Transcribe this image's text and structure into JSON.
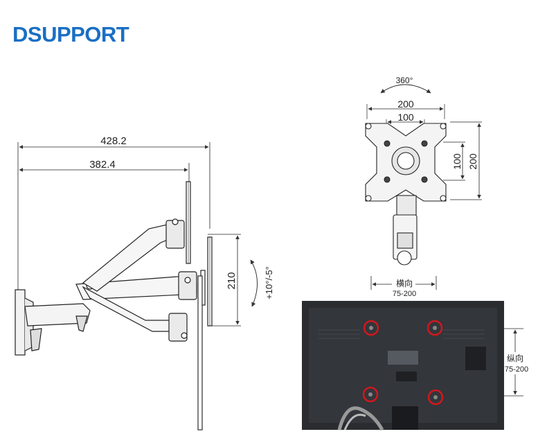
{
  "brand": {
    "logo_text": "DSUPPORT"
  },
  "side_view": {
    "outer_length": "428.2",
    "inner_length": "382.4",
    "vertical_travel": "210",
    "tilt_range": "+10°/-5°"
  },
  "plate_view": {
    "rotation": "360°",
    "vesa_outer_h": "200",
    "vesa_inner_h": "100",
    "vesa_inner_v": "100",
    "vesa_outer_v": "200"
  },
  "tv_view": {
    "horizontal_label": "横向",
    "horizontal_range": "75-200",
    "vertical_label": "纵向",
    "vertical_range": "75-200"
  },
  "colors": {
    "brand_blue": "#1a6fc4",
    "highlight_red": "#d0181c",
    "tv_body": "#2a2c30"
  }
}
